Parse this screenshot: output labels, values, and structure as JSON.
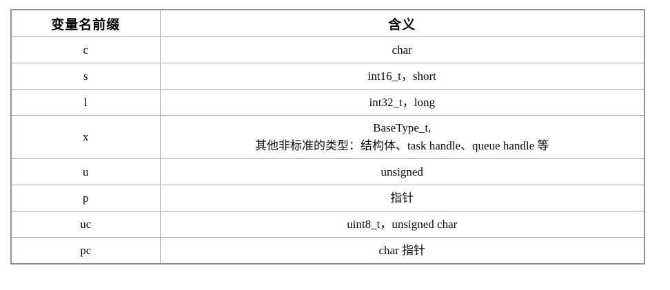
{
  "table": {
    "headers": {
      "prefix": "变量名前缀",
      "meaning": "含义"
    },
    "rows": [
      {
        "prefix": "c",
        "meaning_lines": [
          "char"
        ]
      },
      {
        "prefix": "s",
        "meaning_lines": [
          "int16_t，short"
        ]
      },
      {
        "prefix": "l",
        "meaning_lines": [
          "int32_t，long"
        ]
      },
      {
        "prefix": "x",
        "meaning_lines": [
          "BaseType_t,",
          "其他非标准的类型：结构体、task handle、queue handle 等"
        ]
      },
      {
        "prefix": "u",
        "meaning_lines": [
          "unsigned"
        ]
      },
      {
        "prefix": "p",
        "meaning_lines": [
          "指针"
        ]
      },
      {
        "prefix": "uc",
        "meaning_lines": [
          "uint8_t，unsigned char"
        ]
      },
      {
        "prefix": "pc",
        "meaning_lines": [
          "char 指针"
        ]
      }
    ]
  },
  "colors": {
    "outer_border": "#8f8f8f",
    "inner_border": "#a8a8a8",
    "text": "#0b0b0b",
    "background": "#ffffff"
  }
}
